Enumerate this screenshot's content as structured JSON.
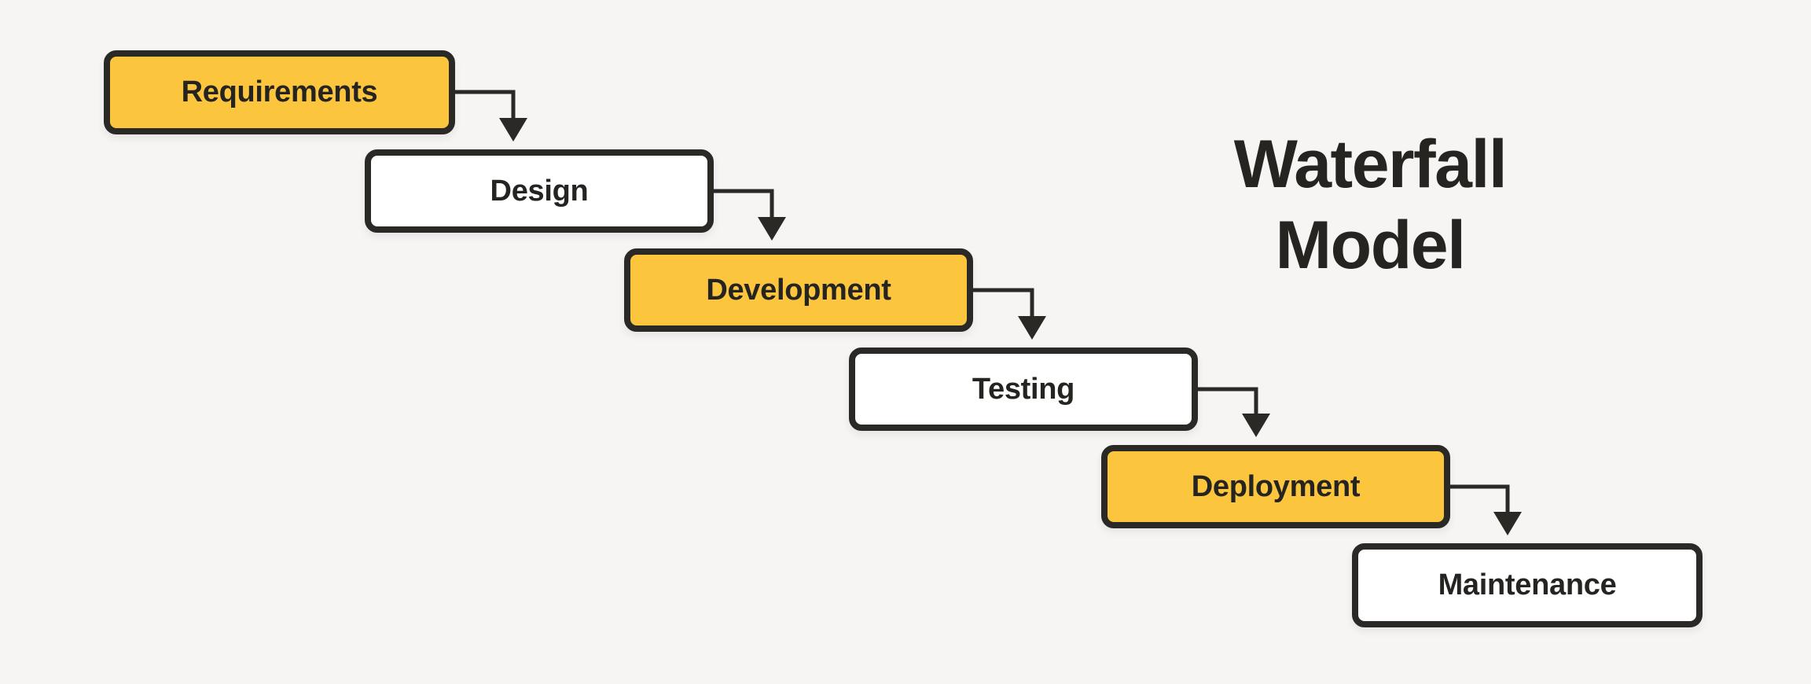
{
  "title": {
    "lines": [
      "Waterfall",
      "Model"
    ]
  },
  "diagram": {
    "type": "waterfall-process-flow",
    "stages": [
      {
        "label": "Requirements",
        "highlighted": true
      },
      {
        "label": "Design",
        "highlighted": false
      },
      {
        "label": "Development",
        "highlighted": true
      },
      {
        "label": "Testing",
        "highlighted": false
      },
      {
        "label": "Deployment",
        "highlighted": true
      },
      {
        "label": "Maintenance",
        "highlighted": false
      }
    ],
    "flow": [
      "Requirements → Design",
      "Design → Development",
      "Development → Testing",
      "Testing → Deployment",
      "Deployment → Maintenance"
    ]
  },
  "colors": {
    "background": "#F6F5F4",
    "highlight_fill": "#FBC53D",
    "default_fill": "#FFFFFF",
    "stroke": "#2B2926",
    "text": "#262420"
  }
}
